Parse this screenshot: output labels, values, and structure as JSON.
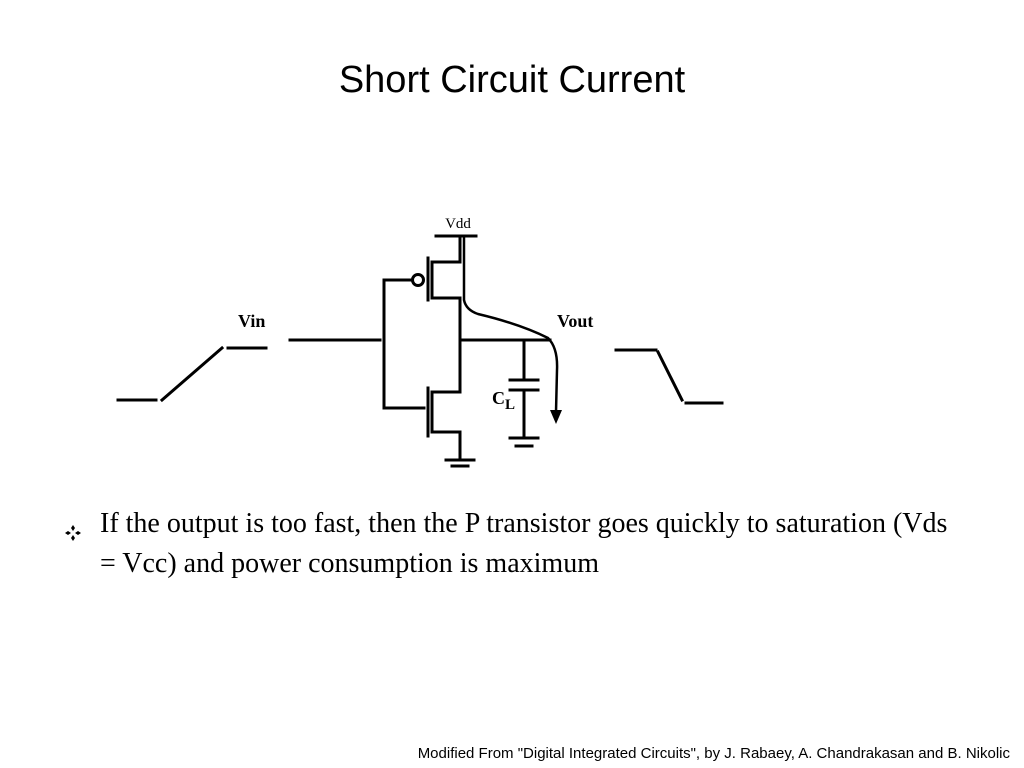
{
  "title": "Short Circuit Current",
  "circuit": {
    "vdd_label": "Vdd",
    "vin_label": "Vin",
    "vout_label": "Vout",
    "cap_label_main": "C",
    "cap_label_sub": "L"
  },
  "bullet": {
    "icon": "diamond-bullet-icon",
    "text": "If the output is too fast, then the P transistor goes quickly to saturation (Vds = Vcc)  and power consumption is maximum"
  },
  "footer": "Modified From \"Digital Integrated Circuits\", by J. Rabaey, A. Chandrakasan and B. Nikolic",
  "colors": {
    "text": "#000000",
    "background": "#ffffff"
  }
}
